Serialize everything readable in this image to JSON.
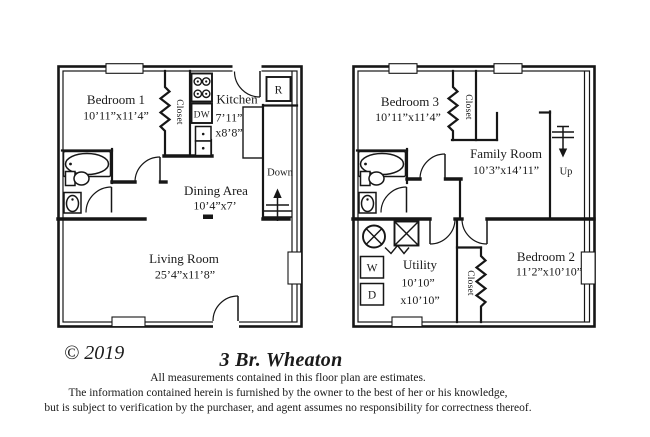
{
  "footer": {
    "copyright": "© 2019",
    "title": "3 Br. Wheaton",
    "disclaimer": [
      "All measurements contained in this floor plan are estimates.",
      "The information contained herein is furnished by the owner to the best of her or his knowledge,",
      "but is subject to verification by the purchaser, and agent assumes no responsibility for correctness thereof."
    ]
  },
  "left_plan": {
    "bedroom1": {
      "name": "Bedroom 1",
      "dims": "10’11”x11’4”"
    },
    "closet": "Closet",
    "kitchen": {
      "name": "Kitchen",
      "dims_line1": "7’11”",
      "dims_line2": "x8’8”"
    },
    "dining": {
      "name": "Dining Area",
      "dims": "10’4”x7’"
    },
    "living": {
      "name": "Living Room",
      "dims": "25’4”x11’8”"
    },
    "stairs": "Down",
    "appliances": {
      "dishwasher": "DW",
      "refrigerator": "R"
    }
  },
  "right_plan": {
    "bedroom3": {
      "name": "Bedroom 3",
      "dims": "10’11”x11’4”"
    },
    "closet_top": "Closet",
    "family": {
      "name": "Family Room",
      "dims": "10’3”x14’11”"
    },
    "stairs": "Up",
    "bedroom2": {
      "name": "Bedroom 2",
      "dims": "11’2”x10’10”"
    },
    "utility": {
      "name": "Utility",
      "dims_line1": "10’10”",
      "dims_line2": "x10’10”"
    },
    "closet_bottom": "Closet",
    "appliances": {
      "washer": "W",
      "dryer": "D"
    }
  },
  "colors": {
    "line": "#161616",
    "background": "#ffffff",
    "text": "#1a1a1a"
  }
}
